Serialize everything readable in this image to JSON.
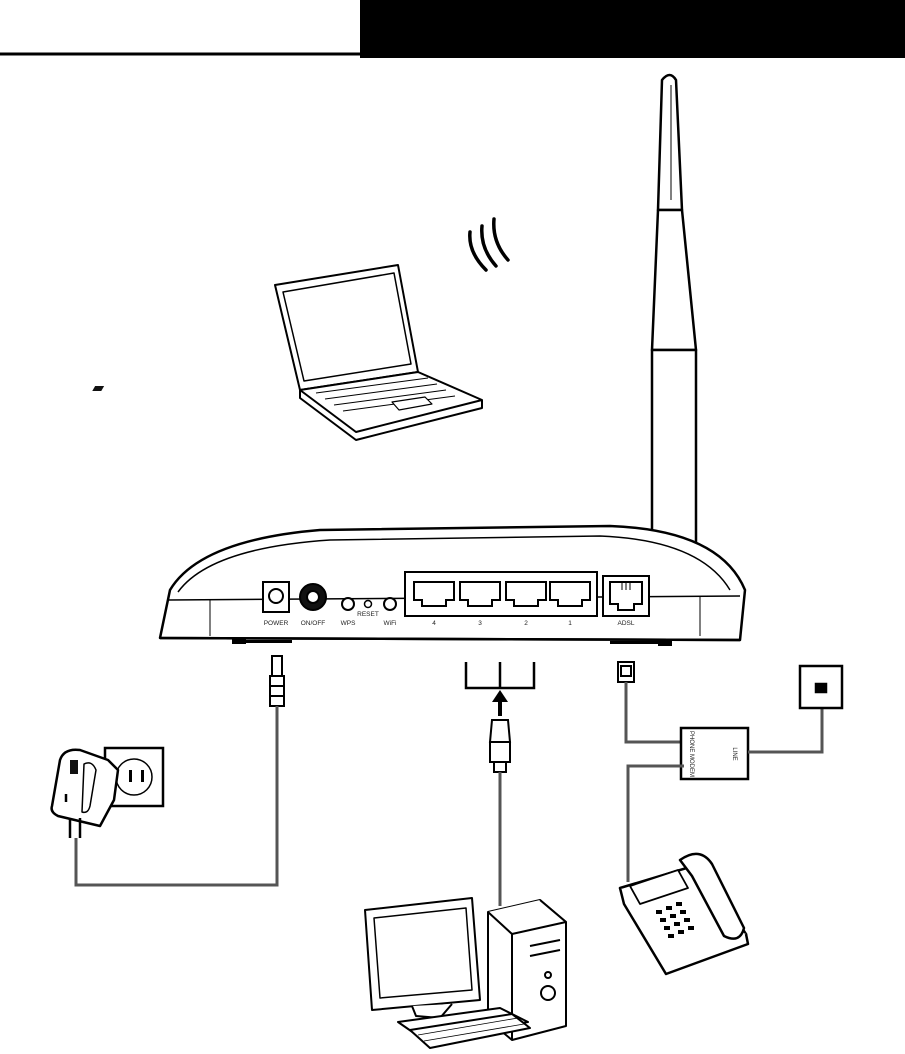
{
  "router": {
    "port_labels": {
      "power": "POWER",
      "onoff": "ON/OFF",
      "wps": "WPS",
      "reset": "RESET",
      "wifi": "WiFi",
      "lan4": "4",
      "lan3": "3",
      "lan2": "2",
      "lan1": "1",
      "adsl": "ADSL"
    }
  },
  "splitter": {
    "phone_modem_label": "PHONE MODEM",
    "line_label": "LINE"
  }
}
